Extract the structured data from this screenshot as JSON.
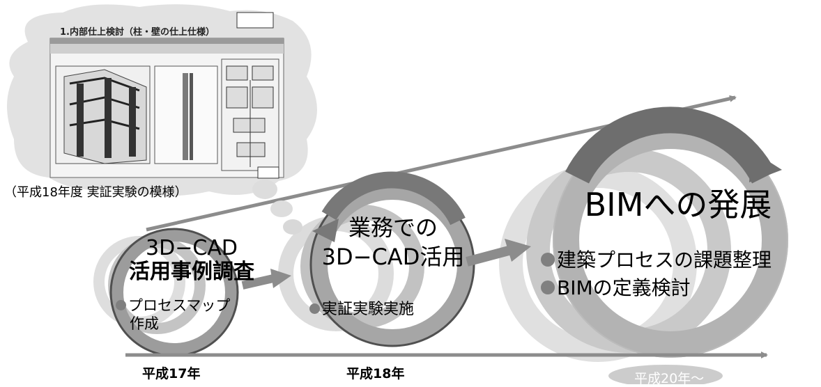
{
  "thought_caption": "（平成18年度 実証実験の模様）",
  "screenshot_heading": "1.内部仕上検討（柱・壁の仕上仕様）",
  "stages": [
    {
      "title_line1": "3D−CAD",
      "title_line2": "活用事例調査",
      "bullet_line1": "プロセスマップ",
      "bullet_line2": "作成",
      "year": "平成17年"
    },
    {
      "title_line1": "業務での",
      "title_line2": "3D−CAD活用",
      "bullet": "実証実験実施",
      "year": "平成18年"
    },
    {
      "title": "BIMへの発展",
      "bullets": [
        "建築プロセスの課題整理",
        "BIMの定義検討"
      ],
      "year": "平成20年〜"
    }
  ],
  "colors": {
    "ring_dark": "#6e6e6e",
    "ring_mid": "#a6a6a6",
    "ring_light": "#d0d0d0",
    "ring_outline": "#505050",
    "arrow": "#8c8c8c",
    "cloud": "#e2e2e2"
  }
}
